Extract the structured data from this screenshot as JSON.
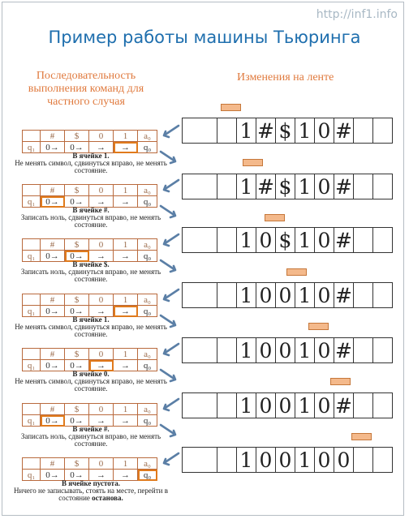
{
  "url": "http://inf1.info",
  "title": "Пример работы машины Тьюринга",
  "left_heading": "Последовательность выполнения команд для частного случая",
  "right_heading": "Изменения на ленте",
  "table_header": [
    "",
    "#",
    "$",
    "0",
    "1",
    "a0"
  ],
  "state_label": "q1",
  "table_row": [
    "0→",
    "0→",
    "→",
    "→",
    "q0"
  ],
  "steps": [
    {
      "note_title": "В ячейке 1.",
      "note_text": "Не менять символ, сдвинуться вправо, не менять состояние.",
      "tape": [
        "1",
        "#",
        "$",
        "1",
        "0",
        "#",
        "",
        ""
      ]
    },
    {
      "note_title": "В ячейке #.",
      "note_text": "Записать ноль, сдвинуться вправо, не менять состояние.",
      "tape": [
        "1",
        "#",
        "$",
        "1",
        "0",
        "#",
        "",
        ""
      ]
    },
    {
      "note_title": "В ячейке $.",
      "note_text": "Записать ноль, сдвинуться вправо, не менять состояние.",
      "tape": [
        "1",
        "0",
        "$",
        "1",
        "0",
        "#",
        "",
        ""
      ]
    },
    {
      "note_title": "В ячейке 1.",
      "note_text": "Не менять символ, сдвинуться вправо, не менять состояние.",
      "tape": [
        "1",
        "0",
        "0",
        "1",
        "0",
        "#",
        "",
        ""
      ]
    },
    {
      "note_title": "В ячейке 0.",
      "note_text": "Не менять символ, сдвинуться вправо, не менять состояние.",
      "tape": [
        "1",
        "0",
        "0",
        "1",
        "0",
        "#",
        "",
        ""
      ]
    },
    {
      "note_title": "В ячейке #.",
      "note_text": "Записать ноль, сдвинуться вправо, не менять состояние.",
      "tape": [
        "1",
        "0",
        "0",
        "1",
        "0",
        "#",
        "",
        ""
      ]
    },
    {
      "note_title": "В ячейке пустота.",
      "note_text": "Ничего не записывать, стоять на месте, перейти в состояние",
      "note_bold": "останова.",
      "tape": [
        "1",
        "0",
        "0",
        "1",
        "0",
        "0",
        "",
        ""
      ]
    }
  ],
  "colors": {
    "title": "#1f6fae",
    "heading": "#e07a3e",
    "table_border": "#b96a3d",
    "highlight": "#e07a1c",
    "head_marker": "#f4b98b",
    "arrow": "#5b7fa6"
  },
  "icons": [
    "arrow-down-left-icon",
    "arrow-down-right-icon"
  ]
}
